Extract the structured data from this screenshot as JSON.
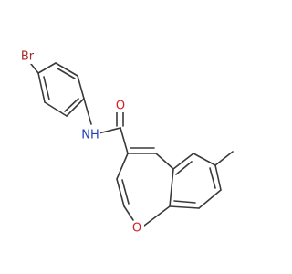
{
  "molecule": {
    "atoms": {
      "br": {
        "text": "Br",
        "color": "#a52a2a"
      },
      "nh": {
        "text": "NH",
        "color": "#1f3fbf"
      },
      "o_carbonyl": {
        "text": "O",
        "color": "#d22020"
      },
      "o_ring": {
        "text": "O",
        "color": "#d22020"
      }
    },
    "bond_color": "#3a3a3a"
  }
}
